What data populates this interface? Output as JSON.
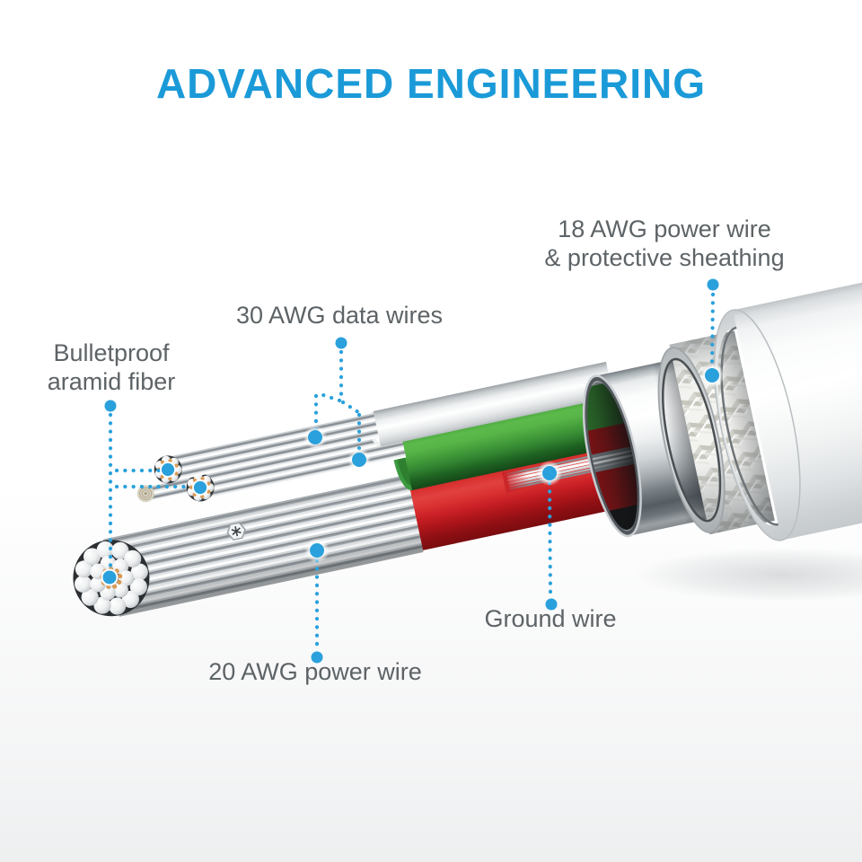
{
  "title": {
    "text": "ADVANCED ENGINEERING"
  },
  "callouts": [
    {
      "id": "sheathing",
      "line1": "18 AWG power wire",
      "line2": "& protective sheathing"
    },
    {
      "id": "data-wires",
      "line1": "30 AWG data wires"
    },
    {
      "id": "aramid-fiber",
      "line1": "Bulletproof",
      "line2": "aramid fiber"
    },
    {
      "id": "ground-wire",
      "line1": "Ground wire"
    },
    {
      "id": "power-wire-20awg",
      "line1": "20 AWG power wire"
    }
  ],
  "colors": {
    "title_blue": "#1b9ad8",
    "label_gray": "#5d6366",
    "marker_blue": "#2aa1dc",
    "wire_green": "#46a03c",
    "wire_red": "#cb2127",
    "aramid_orange": "#d89a55"
  }
}
